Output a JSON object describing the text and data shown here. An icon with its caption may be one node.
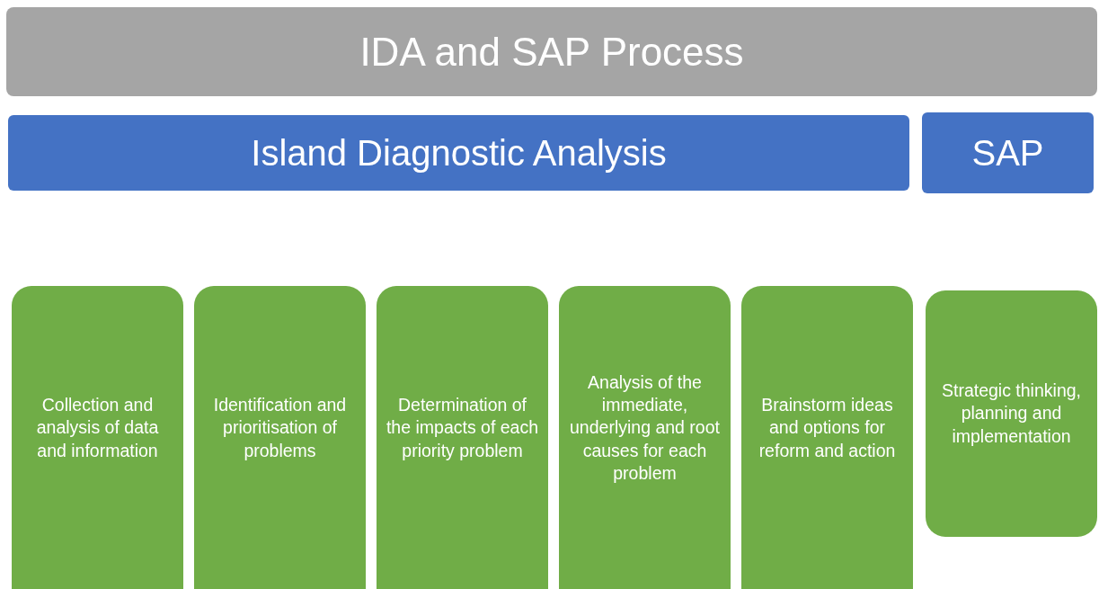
{
  "diagram": {
    "nodes": [
      {
        "text": [
          "IDA and SAP Process"
        ]
      },
      {
        "text": [
          "Island Diagnostic Analysis"
        ]
      },
      {
        "text": [
          "SAP"
        ]
      },
      {
        "text": [
          "Collection and analysis of data and information"
        ]
      },
      {
        "text": [
          "Identification and prioritisation of problems"
        ]
      },
      {
        "text": [
          "Determination of the impacts of each priority problem"
        ]
      },
      {
        "text": [
          "Analysis of the immediate, underlying and root causes for each problem"
        ]
      },
      {
        "text": [
          "Brainstorm ideas and options for reform and action"
        ]
      },
      {
        "text": [
          "Strategic thinking, planning and implementation"
        ]
      }
    ]
  }
}
